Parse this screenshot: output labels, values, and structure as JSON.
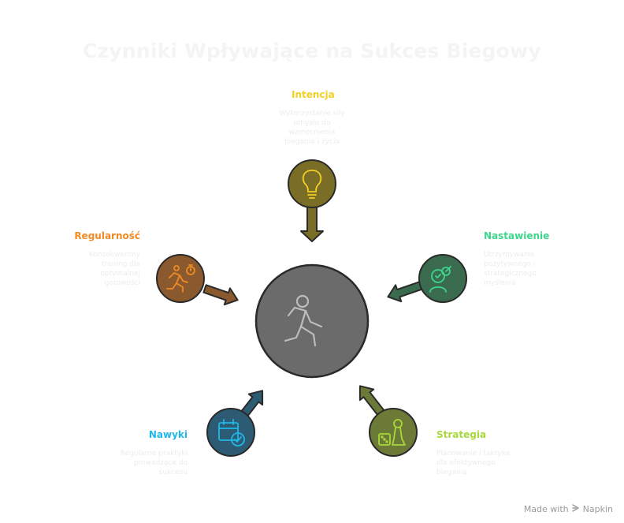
{
  "title": "Czynniki Wpływające na Sukces Biegowy",
  "factors": {
    "intencja": {
      "label": "Intencja",
      "color": "#f2d024",
      "circle_color": "#7a6e26",
      "description": [
        "Wykorzystanie siły",
        "umysłu do",
        "wzmocnienia",
        "biegania i życia"
      ],
      "icon": "lightbulb-icon"
    },
    "nastawienie": {
      "label": "Nastawienie",
      "color": "#3dd68c",
      "circle_color": "#3b6b4e",
      "description": [
        "Utrzymywanie",
        "pozytywnego i",
        "strategicznego",
        "myślenia"
      ],
      "icon": "mindset-icon"
    },
    "strategia": {
      "label": "Strategia",
      "color": "#a8d83a",
      "circle_color": "#6b7a36",
      "description": [
        "Planowanie i taktyka",
        "dla efektywnego",
        "biegania"
      ],
      "icon": "game-strategy-icon"
    },
    "nawyki": {
      "label": "Nawyki",
      "color": "#1fb8e8",
      "circle_color": "#2d5b73",
      "description": [
        "Regularne praktyki",
        "prowadzące do",
        "sukcesu"
      ],
      "icon": "calendar-check-icon"
    },
    "regularnosc": {
      "label": "Regularność",
      "color": "#f08a24",
      "circle_color": "#8a5a2e",
      "description": [
        "Konsekwentny",
        "trening dla",
        "optymalnej",
        "gotowości"
      ],
      "icon": "running-timer-icon"
    }
  },
  "center": {
    "icon": "runner-icon",
    "circle_color": "#6b6b6b"
  },
  "footer": {
    "prefix": "Made with",
    "brand": "Napkin"
  }
}
